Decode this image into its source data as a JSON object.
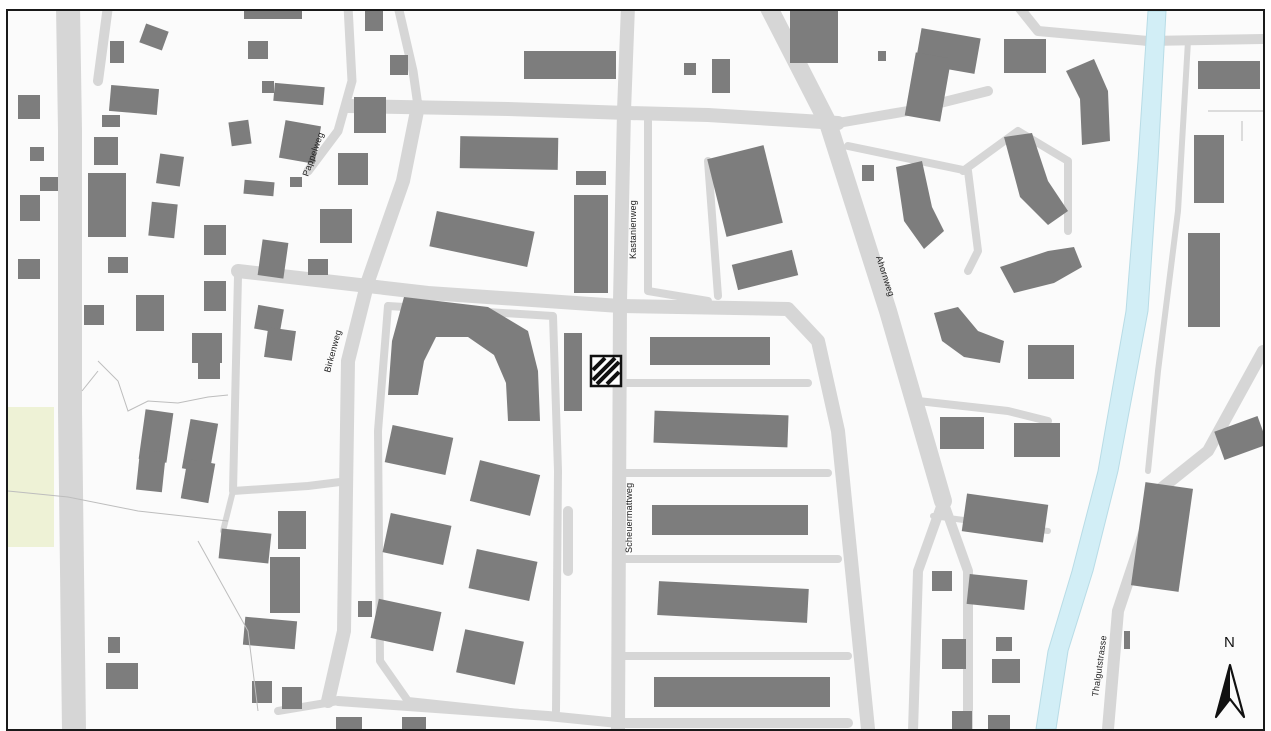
{
  "streets": {
    "pappelweg": "Pappelweg",
    "kastanienweg": "Kastanienweg",
    "birkenweg": "Birkenweg",
    "ahornweg": "Ahornweg",
    "scheuermattweg": "Scheuermattweg",
    "thalgutstrasse": "Thalgutstrasse"
  },
  "north_arrow": {
    "label": "N"
  },
  "colors": {
    "building": "#7d7d7d",
    "road": "#d6d6d6",
    "river": "#d2eef6",
    "green_area": "#eef2d6",
    "frame": "#1a1a1a"
  }
}
